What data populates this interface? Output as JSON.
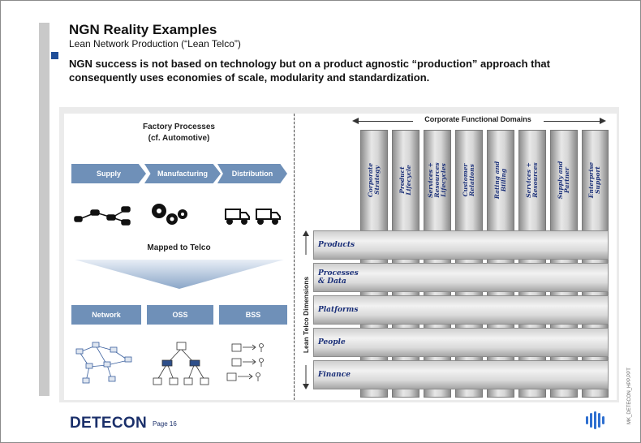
{
  "slide": {
    "title": "NGN Reality Examples",
    "subtitle": "Lean Network Production (“Lean Telco”)",
    "lead": "NGN success is not based on technology but on a product agnostic “production” approach that consequently uses economies of scale, modularity and standardization."
  },
  "factory": {
    "title_line1": "Factory Processes",
    "title_line2": "(cf. Automotive)",
    "steps": [
      "Supply",
      "Manufacturing",
      "Distribution"
    ],
    "mapped_label": "Mapped to Telco",
    "telco_boxes": [
      "Network",
      "OSS",
      "BSS"
    ]
  },
  "matrix": {
    "domains_label": "Corporate Functional Domains",
    "domains": [
      [
        "Corporate",
        "Strategy"
      ],
      [
        "Product",
        "Lifecycle"
      ],
      [
        "Services +",
        "Resources",
        "Lifecycles"
      ],
      [
        "Customer",
        "Relations"
      ],
      [
        "Rating and",
        "Billing"
      ],
      [
        "Services +",
        "Resources"
      ],
      [
        "Supply and",
        "Partner"
      ],
      [
        "Enterprise",
        "Support"
      ]
    ],
    "dimensions_label": "Lean Telco Dimensions",
    "layers": [
      [
        "Products"
      ],
      [
        "Processes",
        "& Data"
      ],
      [
        "Platforms"
      ],
      [
        "People"
      ],
      [
        "Finance"
      ]
    ]
  },
  "footer": {
    "brand": "DETECON",
    "page": "Page 16",
    "file": "MK_DETECON_HPP.PPT"
  },
  "colors": {
    "accent": "#1f4e98",
    "chevron": "#6f90b8",
    "script_text": "#1a2f78"
  }
}
